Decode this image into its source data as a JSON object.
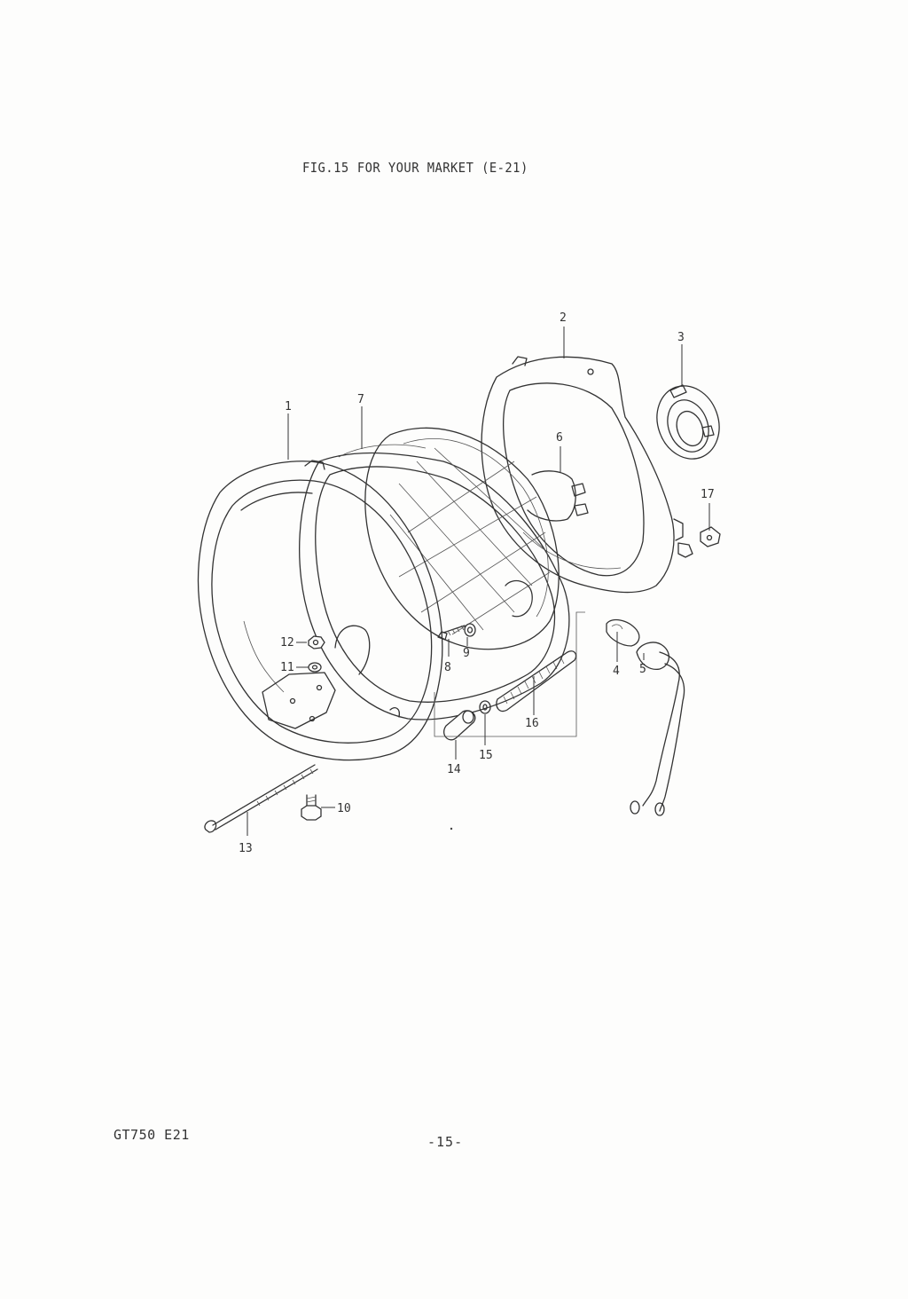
{
  "header": {
    "figure": "FIG.15",
    "caption": "FOR YOUR MARKET (E-21)"
  },
  "footer": {
    "model_code": "GT750 E21",
    "page_number": "-15-"
  },
  "callouts": {
    "c1": "1",
    "c2": "2",
    "c3": "3",
    "c4": "4",
    "c5": "5",
    "c6": "6",
    "c7": "7",
    "c8": "8",
    "c9": "9",
    "c10": "10",
    "c11": "11",
    "c12": "12",
    "c13": "13",
    "c14": "14",
    "c15": "15",
    "c16": "16",
    "c17": "17"
  }
}
